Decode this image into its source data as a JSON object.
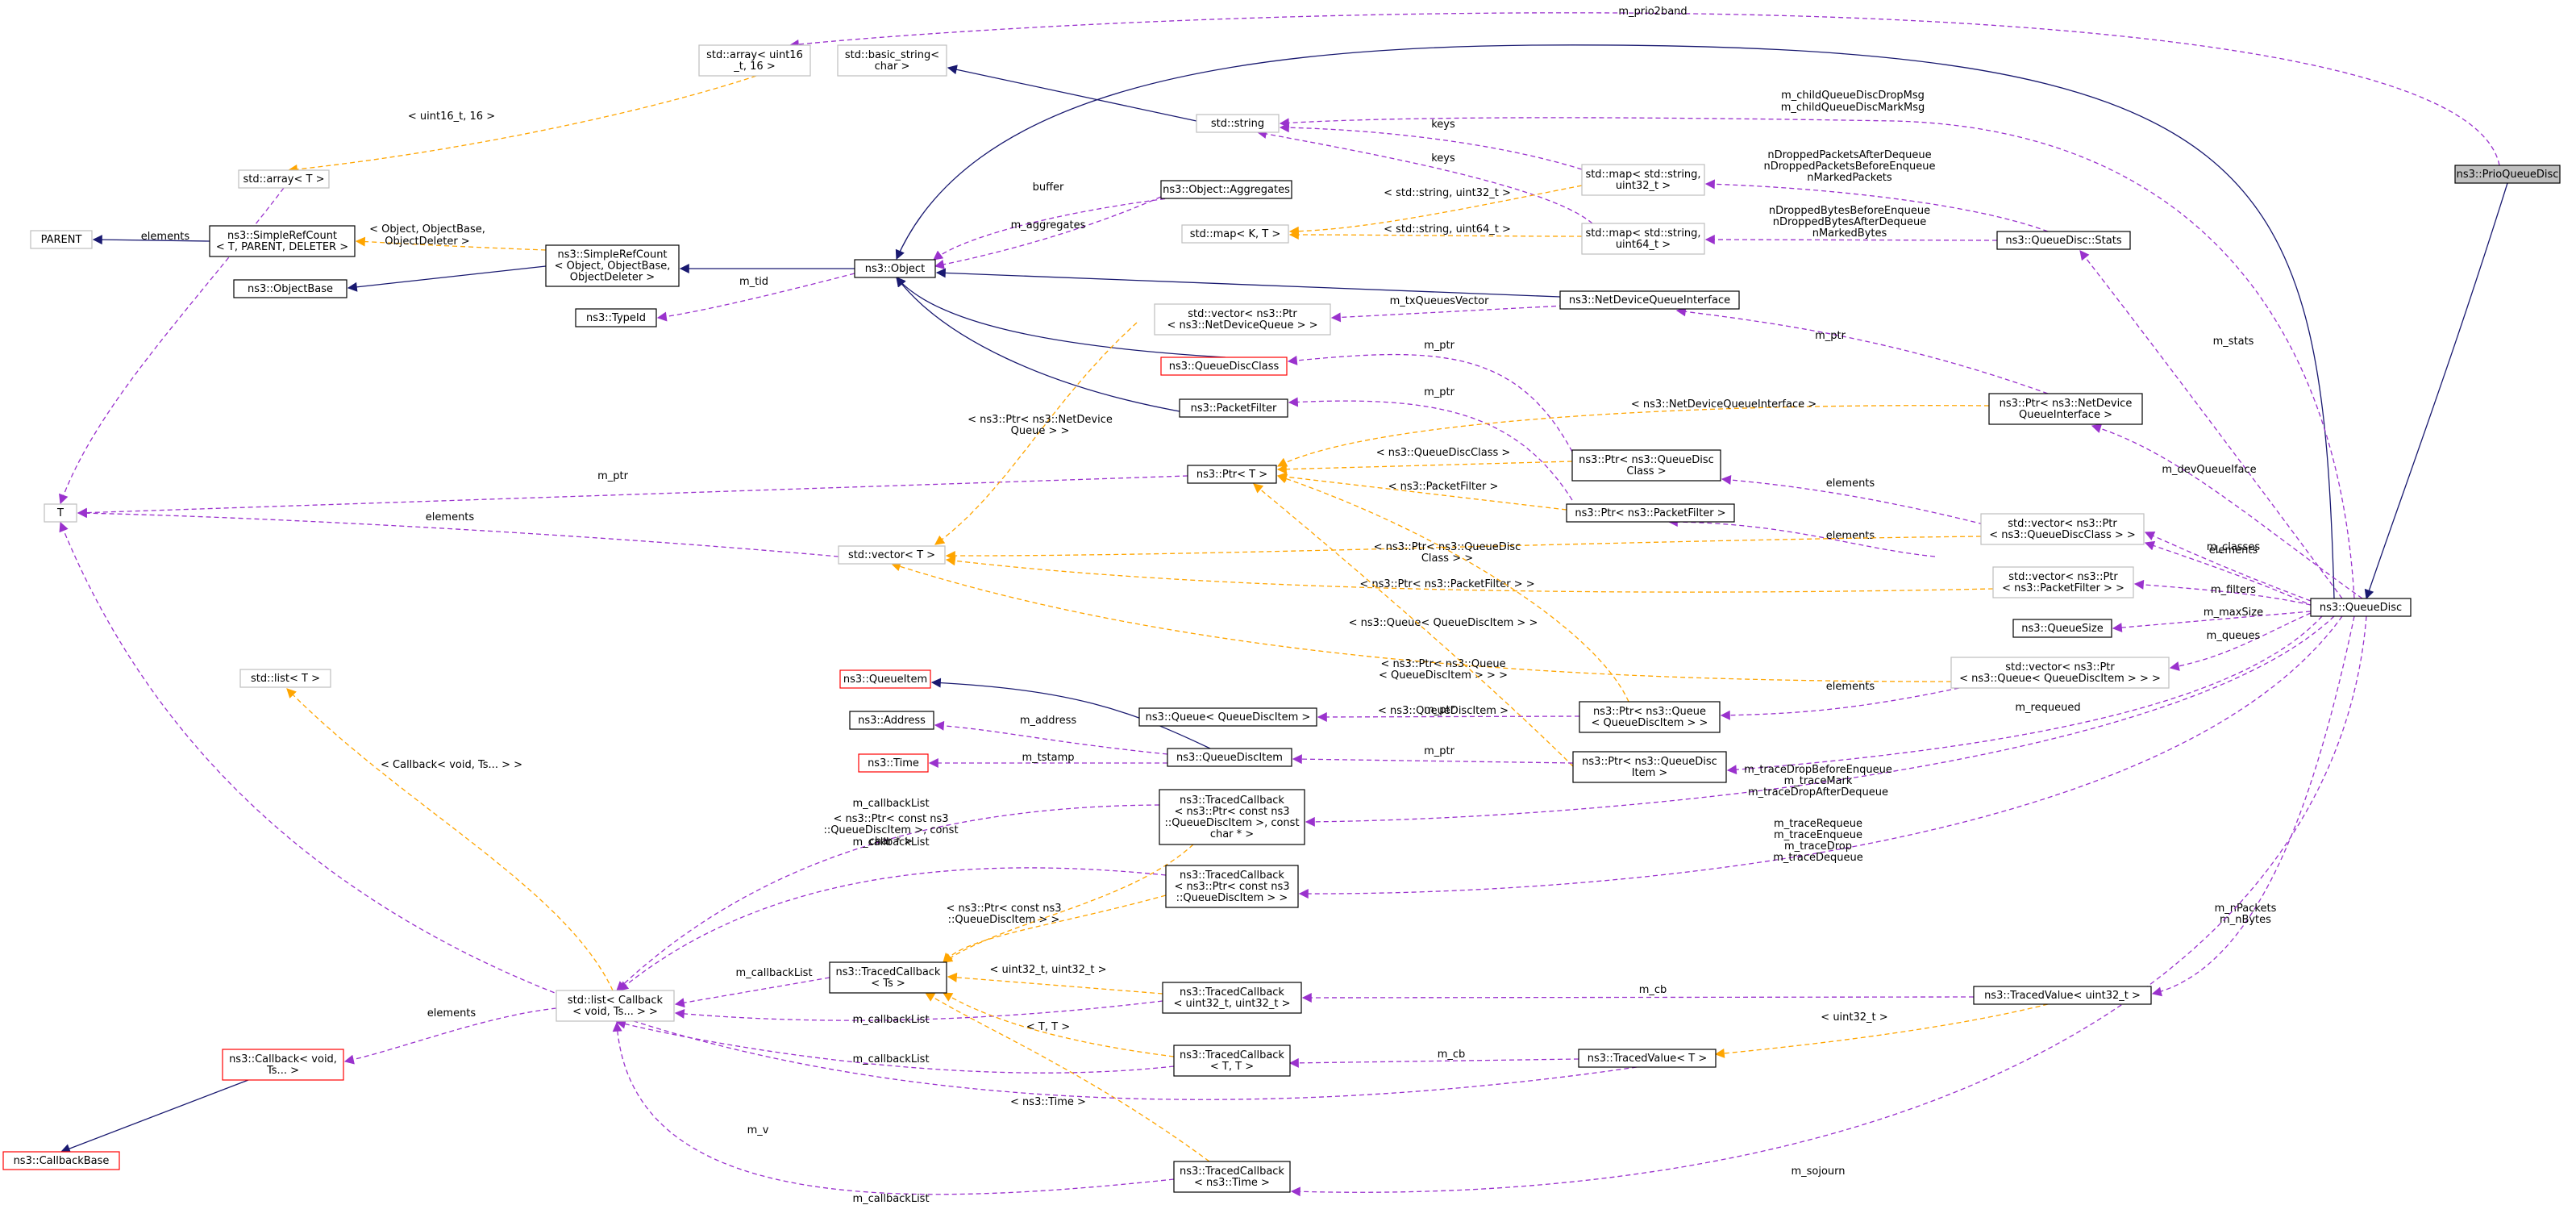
{
  "colors": {
    "inheritance": "#191970",
    "usage": "#9a32cd",
    "template": "#ffa500",
    "node_border_default": "#000000",
    "node_border_undoc": "#bfbfbf",
    "node_border_red": "#ff0000",
    "highlight_fill": "#bfbfbf"
  },
  "nodes": [
    {
      "id": "prioqueuedisc",
      "lines": [
        "ns3::PrioQueueDisc"
      ],
      "style": "highlight"
    },
    {
      "id": "queuedisc",
      "lines": [
        "ns3::QueueDisc"
      ],
      "style": "normal"
    },
    {
      "id": "object",
      "lines": [
        "ns3::Object"
      ],
      "style": "normal"
    },
    {
      "id": "simplerefcount_obj",
      "lines": [
        "ns3::SimpleRefCount",
        "< Object, ObjectBase,",
        "ObjectDeleter >"
      ],
      "style": "normal"
    },
    {
      "id": "simplerefcount_t",
      "lines": [
        "ns3::SimpleRefCount",
        "< T, PARENT, DELETER >"
      ],
      "style": "normal"
    },
    {
      "id": "parent",
      "lines": [
        "PARENT"
      ],
      "style": "undoc"
    },
    {
      "id": "objectbase",
      "lines": [
        "ns3::ObjectBase"
      ],
      "style": "normal"
    },
    {
      "id": "typeid",
      "lines": [
        "ns3::TypeId"
      ],
      "style": "normal"
    },
    {
      "id": "aggregates",
      "lines": [
        "ns3::Object::Aggregates"
      ],
      "style": "normal"
    },
    {
      "id": "stdarray_t",
      "lines": [
        "std::array< T >"
      ],
      "style": "undoc"
    },
    {
      "id": "stdarray_u16",
      "lines": [
        "std::array< uint16",
        "_t, 16 >"
      ],
      "style": "undoc"
    },
    {
      "id": "basicstring",
      "lines": [
        "std::basic_string<",
        "char >"
      ],
      "style": "undoc"
    },
    {
      "id": "stdstring",
      "lines": [
        "std::string"
      ],
      "style": "undoc"
    },
    {
      "id": "map_u32",
      "lines": [
        "std::map< std::string,",
        "uint32_t >"
      ],
      "style": "undoc"
    },
    {
      "id": "map_u64",
      "lines": [
        "std::map< std::string,",
        "uint64_t >"
      ],
      "style": "undoc"
    },
    {
      "id": "map_kt",
      "lines": [
        "std::map< K, T >"
      ],
      "style": "undoc"
    },
    {
      "id": "stats",
      "lines": [
        "ns3::QueueDisc::Stats"
      ],
      "style": "normal"
    },
    {
      "id": "ndqi",
      "lines": [
        "ns3::NetDeviceQueueInterface"
      ],
      "style": "normal"
    },
    {
      "id": "vec_ndq",
      "lines": [
        "std::vector< ns3::Ptr",
        "< ns3::NetDeviceQueue > >"
      ],
      "style": "undoc"
    },
    {
      "id": "queuediscclass",
      "lines": [
        "ns3::QueueDiscClass"
      ],
      "style": "red"
    },
    {
      "id": "packetfilter",
      "lines": [
        "ns3::PacketFilter"
      ],
      "style": "normal"
    },
    {
      "id": "ptr_ndqi",
      "lines": [
        "ns3::Ptr< ns3::NetDevice",
        "QueueInterface >"
      ],
      "style": "normal"
    },
    {
      "id": "ptr_t",
      "lines": [
        "ns3::Ptr< T >"
      ],
      "style": "normal"
    },
    {
      "id": "ptr_qdc",
      "lines": [
        "ns3::Ptr< ns3::QueueDisc",
        "Class >"
      ],
      "style": "normal"
    },
    {
      "id": "ptr_pf",
      "lines": [
        "ns3::Ptr< ns3::PacketFilter >"
      ],
      "style": "normal"
    },
    {
      "id": "vec_qdc",
      "lines": [
        "std::vector< ns3::Ptr",
        "< ns3::QueueDiscClass > >"
      ],
      "style": "undoc"
    },
    {
      "id": "vec_pf",
      "lines": [
        "std::vector< ns3::Ptr",
        "< ns3::PacketFilter > >"
      ],
      "style": "undoc"
    },
    {
      "id": "vec_t",
      "lines": [
        "std::vector< T >"
      ],
      "style": "undoc"
    },
    {
      "id": "T",
      "lines": [
        "T"
      ],
      "style": "undoc"
    },
    {
      "id": "stdlist_t",
      "lines": [
        "std::list< T >"
      ],
      "style": "undoc"
    },
    {
      "id": "queuesize",
      "lines": [
        "ns3::QueueSize"
      ],
      "style": "normal"
    },
    {
      "id": "queueitem",
      "lines": [
        "ns3::QueueItem"
      ],
      "style": "red"
    },
    {
      "id": "address",
      "lines": [
        "ns3::Address"
      ],
      "style": "normal"
    },
    {
      "id": "time",
      "lines": [
        "ns3::Time"
      ],
      "style": "red"
    },
    {
      "id": "queue_qdi",
      "lines": [
        "ns3::Queue< QueueDiscItem >"
      ],
      "style": "normal"
    },
    {
      "id": "queuediscitem",
      "lines": [
        "ns3::QueueDiscItem"
      ],
      "style": "normal"
    },
    {
      "id": "ptr_queue",
      "lines": [
        "ns3::Ptr< ns3::Queue",
        "< QueueDiscItem > >"
      ],
      "style": "normal"
    },
    {
      "id": "ptr_qdi",
      "lines": [
        "ns3::Ptr< ns3::QueueDisc",
        "Item >"
      ],
      "style": "normal"
    },
    {
      "id": "vec_queue",
      "lines": [
        "std::vector< ns3::Ptr",
        "< ns3::Queue< QueueDiscItem > > >"
      ],
      "style": "undoc"
    },
    {
      "id": "tc_ptr_const_char",
      "lines": [
        "ns3::TracedCallback",
        "< ns3::Ptr< const ns3",
        "::QueueDiscItem >, const",
        "char * >"
      ],
      "style": "normal"
    },
    {
      "id": "tc_ptr_const",
      "lines": [
        "ns3::TracedCallback",
        "< ns3::Ptr< const ns3",
        "::QueueDiscItem > >"
      ],
      "style": "normal"
    },
    {
      "id": "tc_ts",
      "lines": [
        "ns3::TracedCallback",
        "< Ts >"
      ],
      "style": "normal"
    },
    {
      "id": "tc_u32",
      "lines": [
        "ns3::TracedCallback",
        "< uint32_t, uint32_t >"
      ],
      "style": "normal"
    },
    {
      "id": "tc_tt",
      "lines": [
        "ns3::TracedCallback",
        "< T, T >"
      ],
      "style": "normal"
    },
    {
      "id": "tc_time",
      "lines": [
        "ns3::TracedCallback",
        "< ns3::Time >"
      ],
      "style": "normal"
    },
    {
      "id": "stdlist_cb",
      "lines": [
        "std::list< Callback",
        "< void, Ts... > >"
      ],
      "style": "undoc"
    },
    {
      "id": "callback",
      "lines": [
        "ns3::Callback< void,",
        "Ts... >"
      ],
      "style": "red"
    },
    {
      "id": "callbackbase",
      "lines": [
        "ns3::CallbackBase"
      ],
      "style": "red"
    },
    {
      "id": "tv_u32",
      "lines": [
        "ns3::TracedValue< uint32_t >"
      ],
      "style": "normal"
    },
    {
      "id": "tv_t",
      "lines": [
        "ns3::TracedValue< T >"
      ],
      "style": "normal"
    }
  ],
  "edges": [
    {
      "id": "e1",
      "type": "inheritance",
      "lines": []
    },
    {
      "id": "e2",
      "type": "inheritance",
      "lines": []
    },
    {
      "id": "e3",
      "type": "inheritance",
      "lines": []
    },
    {
      "id": "e4",
      "type": "inheritance",
      "lines": []
    },
    {
      "id": "e5",
      "type": "inheritance",
      "lines": []
    },
    {
      "id": "e6",
      "type": "inheritance",
      "lines": []
    },
    {
      "id": "e7",
      "type": "inheritance",
      "lines": []
    },
    {
      "id": "e8",
      "type": "inheritance",
      "lines": []
    },
    {
      "id": "e9",
      "type": "inheritance",
      "lines": []
    },
    {
      "id": "e10",
      "type": "inheritance",
      "lines": []
    },
    {
      "id": "e11",
      "type": "inheritance",
      "lines": []
    },
    {
      "id": "e12",
      "type": "usage",
      "lines": [
        "m_prio2band"
      ]
    },
    {
      "id": "e13",
      "type": "template",
      "lines": [
        "< uint16_t, 16 >"
      ]
    },
    {
      "id": "e14",
      "type": "usage",
      "lines": [
        "elements"
      ]
    },
    {
      "id": "e15",
      "type": "template",
      "lines": [
        "< Object, ObjectBase,",
        "ObjectDeleter >"
      ]
    },
    {
      "id": "e16",
      "type": "usage",
      "lines": [
        "m_tid"
      ]
    },
    {
      "id": "e17",
      "type": "usage",
      "lines": [
        "buffer"
      ]
    },
    {
      "id": "e18",
      "type": "usage",
      "lines": [
        "m_aggregates"
      ]
    },
    {
      "id": "e19",
      "type": "usage",
      "lines": [
        "m_childQueueDiscDropMsg",
        "m_childQueueDiscMarkMsg"
      ]
    },
    {
      "id": "e20",
      "type": "usage",
      "lines": [
        "keys"
      ]
    },
    {
      "id": "e21",
      "type": "usage",
      "lines": [
        "keys"
      ]
    },
    {
      "id": "e22",
      "type": "template",
      "lines": [
        "< std::string, uint32_t >"
      ]
    },
    {
      "id": "e23",
      "type": "template",
      "lines": [
        "< std::string, uint64_t >"
      ]
    },
    {
      "id": "e24",
      "type": "usage",
      "lines": [
        "nDroppedPacketsAfterDequeue",
        "nDroppedPacketsBeforeEnqueue",
        "nMarkedPackets"
      ]
    },
    {
      "id": "e25",
      "type": "usage",
      "lines": [
        "nDroppedBytesBeforeEnqueue",
        "nDroppedBytesAfterDequeue",
        "nMarkedBytes"
      ]
    },
    {
      "id": "e26",
      "type": "usage",
      "lines": [
        "m_stats"
      ]
    },
    {
      "id": "e27",
      "type": "usage",
      "lines": [
        "m_txQueuesVector"
      ]
    },
    {
      "id": "e28",
      "type": "usage",
      "lines": [
        "m_ptr"
      ]
    },
    {
      "id": "e29",
      "type": "usage",
      "lines": [
        "m_ptr"
      ]
    },
    {
      "id": "e30",
      "type": "usage",
      "lines": [
        "m_ptr"
      ]
    },
    {
      "id": "e31",
      "type": "template",
      "lines": [
        "< ns3::NetDeviceQueueInterface >"
      ]
    },
    {
      "id": "e32",
      "type": "usage",
      "lines": [
        "m_devQueueIface"
      ]
    },
    {
      "id": "e33",
      "type": "usage",
      "lines": [
        "elements"
      ]
    },
    {
      "id": "e34",
      "type": "usage",
      "lines": [
        "m_ptr"
      ]
    },
    {
      "id": "e35",
      "type": "template",
      "lines": [
        "< ns3::QueueDiscClass >"
      ]
    },
    {
      "id": "e36",
      "type": "template",
      "lines": [
        "< ns3::PacketFilter >"
      ]
    },
    {
      "id": "e37",
      "type": "usage",
      "lines": [
        "elements"
      ]
    },
    {
      "id": "e38",
      "type": "usage",
      "lines": [
        "elements"
      ]
    },
    {
      "id": "e39",
      "type": "usage",
      "lines": [
        "m_classes"
      ]
    },
    {
      "id": "e40",
      "type": "usage",
      "lines": [
        "m_filters"
      ]
    },
    {
      "id": "e41",
      "type": "template",
      "lines": [
        "< ns3::Ptr< ns3::NetDevice",
        "Queue > >"
      ]
    },
    {
      "id": "e42",
      "type": "template",
      "lines": [
        "< ns3::Ptr< ns3::QueueDisc",
        "Class > >"
      ]
    },
    {
      "id": "e43",
      "type": "template",
      "lines": [
        "< ns3::Ptr< ns3::PacketFilter > >"
      ]
    },
    {
      "id": "e44",
      "type": "template",
      "lines": [
        "< ns3::Ptr< ns3::Queue",
        "< QueueDiscItem > > >"
      ]
    },
    {
      "id": "e45",
      "type": "usage",
      "lines": [
        "elements"
      ]
    },
    {
      "id": "e46",
      "type": "usage",
      "lines": [
        "m_maxSize"
      ]
    },
    {
      "id": "e47",
      "type": "usage",
      "lines": [
        "m_queues"
      ]
    },
    {
      "id": "e48",
      "type": "usage",
      "lines": [
        "elements"
      ]
    },
    {
      "id": "e49",
      "type": "usage",
      "lines": [
        "m_ptr"
      ]
    },
    {
      "id": "e50",
      "type": "template",
      "lines": [
        "< ns3::Queue< QueueDiscItem > >"
      ]
    },
    {
      "id": "e51",
      "type": "template",
      "lines": [
        "< ns3::QueueDiscItem >"
      ]
    },
    {
      "id": "e52",
      "type": "usage",
      "lines": [
        "m_ptr"
      ]
    },
    {
      "id": "e53",
      "type": "usage",
      "lines": [
        "m_requeued"
      ]
    },
    {
      "id": "e54",
      "type": "usage",
      "lines": [
        "m_address"
      ]
    },
    {
      "id": "e55",
      "type": "usage",
      "lines": [
        "m_tstamp"
      ]
    },
    {
      "id": "e56",
      "type": "template",
      "lines": [
        "< Callback< void, Ts... > >"
      ]
    },
    {
      "id": "e57",
      "type": "usage",
      "lines": [
        "m_callbackList"
      ]
    },
    {
      "id": "e58",
      "type": "usage",
      "lines": [
        "m_callbackList"
      ]
    },
    {
      "id": "e59",
      "type": "usage",
      "lines": [
        "m_callbackList"
      ]
    },
    {
      "id": "e60",
      "type": "usage",
      "lines": [
        "m_callbackList"
      ]
    },
    {
      "id": "e61",
      "type": "usage",
      "lines": [
        "m_callbackList"
      ]
    },
    {
      "id": "e62",
      "type": "usage",
      "lines": [
        "m_callbackList"
      ]
    },
    {
      "id": "e63",
      "type": "template",
      "lines": [
        "< ns3::Ptr< const ns3",
        "::QueueDiscItem >, const",
        "char * >"
      ]
    },
    {
      "id": "e64",
      "type": "template",
      "lines": [
        "< ns3::Ptr< const ns3",
        "::QueueDiscItem > >"
      ]
    },
    {
      "id": "e65",
      "type": "template",
      "lines": [
        "< uint32_t, uint32_t >"
      ]
    },
    {
      "id": "e66",
      "type": "template",
      "lines": [
        "< T, T >"
      ]
    },
    {
      "id": "e67",
      "type": "template",
      "lines": [
        "< ns3::Time >"
      ]
    },
    {
      "id": "e68",
      "type": "usage",
      "lines": [
        "m_traceDropBeforeEnqueue",
        "m_traceMark",
        "m_traceDropAfterDequeue"
      ]
    },
    {
      "id": "e69",
      "type": "usage",
      "lines": [
        "m_traceRequeue",
        "m_traceEnqueue",
        "m_traceDrop",
        "m_traceDequeue"
      ]
    },
    {
      "id": "e70",
      "type": "usage",
      "lines": [
        "elements"
      ]
    },
    {
      "id": "e71",
      "type": "usage",
      "lines": [
        "m_cb"
      ]
    },
    {
      "id": "e72",
      "type": "usage",
      "lines": [
        "m_cb"
      ]
    },
    {
      "id": "e73",
      "type": "template",
      "lines": [
        "< uint32_t >"
      ]
    },
    {
      "id": "e74",
      "type": "usage",
      "lines": [
        "m_nPackets",
        "m_nBytes"
      ]
    },
    {
      "id": "e75",
      "type": "usage",
      "lines": [
        "m_v"
      ]
    },
    {
      "id": "e76",
      "type": "usage",
      "lines": [
        "m_sojourn"
      ]
    }
  ]
}
